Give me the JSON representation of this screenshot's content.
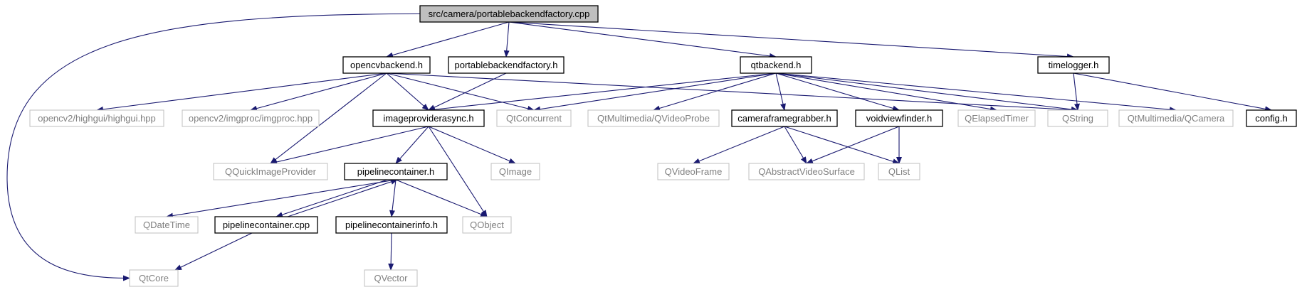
{
  "colors": {
    "edge": "#191970",
    "root_fill": "#bfbfbf",
    "local_border": "#000000",
    "external_border": "#bfbfbf",
    "external_text": "#808080",
    "text": "#000000"
  },
  "nodes": {
    "root": {
      "label": "src/camera/portablebackendfactory.cpp",
      "kind": "root"
    },
    "opencvbackend_h": {
      "label": "opencvbackend.h",
      "kind": "local"
    },
    "portablebackendfactory_h": {
      "label": "portablebackendfactory.h",
      "kind": "local"
    },
    "qtbackend_h": {
      "label": "qtbackend.h",
      "kind": "local"
    },
    "timelogger_h": {
      "label": "timelogger.h",
      "kind": "local"
    },
    "highgui": {
      "label": "opencv2/highgui/highgui.hpp",
      "kind": "external"
    },
    "imgproc": {
      "label": "opencv2/imgproc/imgproc.hpp",
      "kind": "external"
    },
    "imageproviderasync_h": {
      "label": "imageproviderasync.h",
      "kind": "local"
    },
    "qtconcurrent": {
      "label": "QtConcurrent",
      "kind": "external"
    },
    "qvideoprobe": {
      "label": "QtMultimedia/QVideoProbe",
      "kind": "external"
    },
    "cameraframegrabber_h": {
      "label": "cameraframegrabber.h",
      "kind": "local"
    },
    "voidviewfinder_h": {
      "label": "voidviewfinder.h",
      "kind": "local"
    },
    "qelapsedtimer": {
      "label": "QElapsedTimer",
      "kind": "external"
    },
    "qstring": {
      "label": "QString",
      "kind": "external"
    },
    "qcamera": {
      "label": "QtMultimedia/QCamera",
      "kind": "external"
    },
    "config_h": {
      "label": "config.h",
      "kind": "local"
    },
    "qquickimageprovider": {
      "label": "QQuickImageProvider",
      "kind": "external"
    },
    "pipelinecontainer_h": {
      "label": "pipelinecontainer.h",
      "kind": "local"
    },
    "qimage": {
      "label": "QImage",
      "kind": "external"
    },
    "qvideoframe": {
      "label": "QVideoFrame",
      "kind": "external"
    },
    "qabstractvideosurface": {
      "label": "QAbstractVideoSurface",
      "kind": "external"
    },
    "qlist": {
      "label": "QList",
      "kind": "external"
    },
    "qdatetime": {
      "label": "QDateTime",
      "kind": "external"
    },
    "pipelinecontainer_cpp": {
      "label": "pipelinecontainer.cpp",
      "kind": "local"
    },
    "pipelinecontainerinfo_h": {
      "label": "pipelinecontainerinfo.h",
      "kind": "local"
    },
    "qobject": {
      "label": "QObject",
      "kind": "external"
    },
    "qtcore": {
      "label": "QtCore",
      "kind": "external"
    },
    "qvector": {
      "label": "QVector",
      "kind": "external"
    }
  },
  "edges": [
    [
      "root",
      "opencvbackend_h"
    ],
    [
      "root",
      "portablebackendfactory_h"
    ],
    [
      "root",
      "qtbackend_h"
    ],
    [
      "root",
      "timelogger_h"
    ],
    [
      "root",
      "qtcore"
    ],
    [
      "opencvbackend_h",
      "highgui"
    ],
    [
      "opencvbackend_h",
      "imgproc"
    ],
    [
      "opencvbackend_h",
      "imageproviderasync_h"
    ],
    [
      "opencvbackend_h",
      "qtconcurrent"
    ],
    [
      "opencvbackend_h",
      "qquickimageprovider"
    ],
    [
      "opencvbackend_h",
      "qstring"
    ],
    [
      "portablebackendfactory_h",
      "imageproviderasync_h"
    ],
    [
      "qtbackend_h",
      "imageproviderasync_h"
    ],
    [
      "qtbackend_h",
      "qtconcurrent"
    ],
    [
      "qtbackend_h",
      "qvideoprobe"
    ],
    [
      "qtbackend_h",
      "cameraframegrabber_h"
    ],
    [
      "qtbackend_h",
      "voidviewfinder_h"
    ],
    [
      "qtbackend_h",
      "qelapsedtimer"
    ],
    [
      "qtbackend_h",
      "qstring"
    ],
    [
      "qtbackend_h",
      "qcamera"
    ],
    [
      "timelogger_h",
      "qstring"
    ],
    [
      "timelogger_h",
      "config_h"
    ],
    [
      "imageproviderasync_h",
      "qquickimageprovider"
    ],
    [
      "imageproviderasync_h",
      "pipelinecontainer_h"
    ],
    [
      "imageproviderasync_h",
      "qimage"
    ],
    [
      "imageproviderasync_h",
      "qobject"
    ],
    [
      "cameraframegrabber_h",
      "qvideoframe"
    ],
    [
      "cameraframegrabber_h",
      "qabstractvideosurface"
    ],
    [
      "cameraframegrabber_h",
      "qlist"
    ],
    [
      "voidviewfinder_h",
      "qabstractvideosurface"
    ],
    [
      "voidviewfinder_h",
      "qlist"
    ],
    [
      "pipelinecontainer_h",
      "qdatetime"
    ],
    [
      "pipelinecontainer_h",
      "pipelinecontainer_cpp"
    ],
    [
      "pipelinecontainer_h",
      "pipelinecontainerinfo_h"
    ],
    [
      "pipelinecontainer_h",
      "qobject"
    ],
    [
      "pipelinecontainer_cpp",
      "pipelinecontainer_h"
    ],
    [
      "pipelinecontainer_cpp",
      "qtcore"
    ],
    [
      "pipelinecontainerinfo_h",
      "qvector"
    ]
  ]
}
